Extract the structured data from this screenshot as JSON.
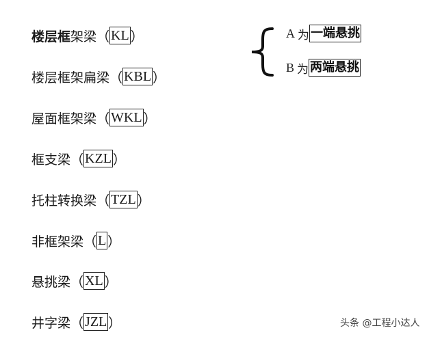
{
  "beam_types": [
    {
      "name_bold": "楼层框",
      "name_rest": "架梁",
      "code": "KL"
    },
    {
      "name_bold": "",
      "name_rest": "楼层框架扁梁",
      "code": "KBL"
    },
    {
      "name_bold": "",
      "name_rest": "屋面框架梁",
      "code": "WKL"
    },
    {
      "name_bold": "",
      "name_rest": "框支梁",
      "code": "KZL"
    },
    {
      "name_bold": "",
      "name_rest": "托柱转换梁",
      "code": "TZL"
    },
    {
      "name_bold": "",
      "name_rest": "非框架梁",
      "code": "L"
    },
    {
      "name_bold": "",
      "name_rest": "悬挑梁",
      "code": "XL"
    },
    {
      "name_bold": "",
      "name_rest": "井字梁",
      "code": "JZL"
    }
  ],
  "paren_open": "（",
  "paren_close": "）",
  "cantilever_options": [
    {
      "letter": "A",
      "wei": "为",
      "desc": "一端悬挑"
    },
    {
      "letter": "B",
      "wei": "为",
      "desc": "两端悬挑"
    }
  ],
  "watermark": "头条 @工程小达人"
}
